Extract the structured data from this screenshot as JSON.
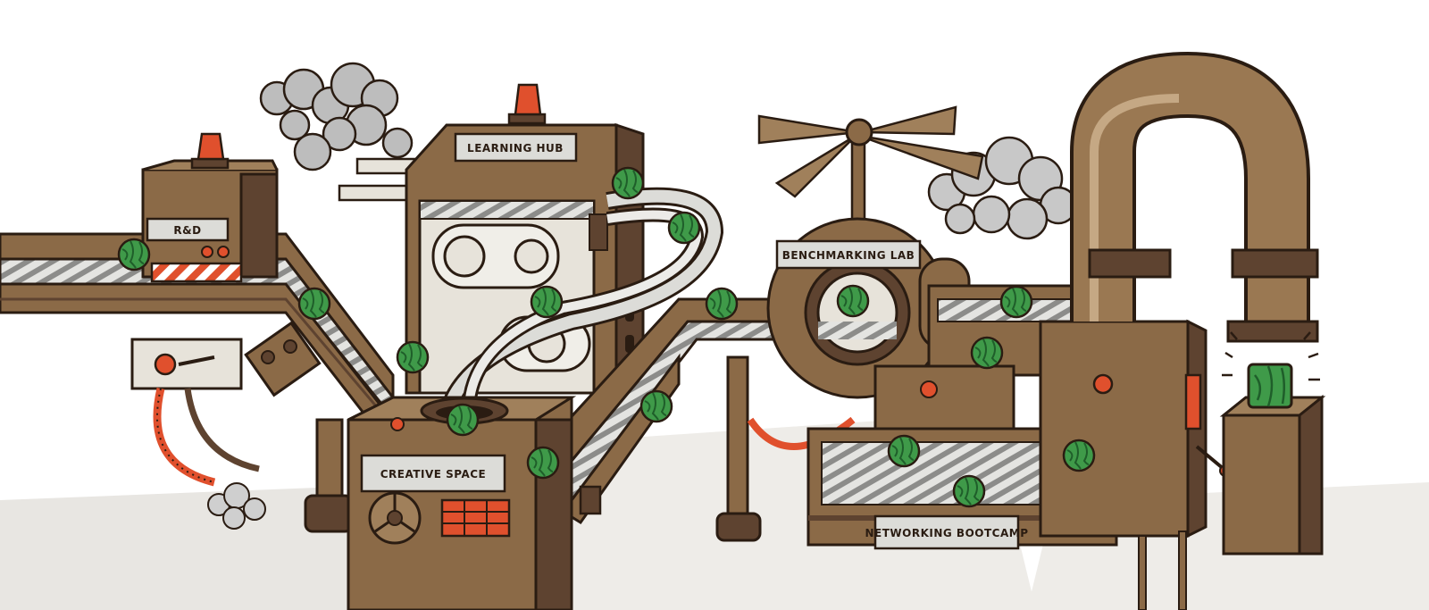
{
  "labels": {
    "rnd": "R&D",
    "learning_hub": "Learning Hub",
    "benchmarking_lab": "Benchmarking Lab",
    "creative_space": "Creative Space",
    "networking_bootcamp": "Networking Bootcamp"
  },
  "colors": {
    "machine": "#8b6a47",
    "machine_dark": "#5e4330",
    "outline": "#2a1c12",
    "label_plate": "#dcdcd8",
    "belt": "#d9d9d6",
    "watermelon": "#3f9a49",
    "beacon": "#e0502d",
    "smoke": "#bdbdbd",
    "floor_shadow": "#e8e6e2"
  },
  "icons": {
    "watermelon": "watermelon-icon",
    "cube_watermelon": "cube-watermelon-icon",
    "beacon": "beacon-light-icon",
    "propeller": "propeller-icon",
    "smoke": "smoke-cloud-icon",
    "pipe": "curved-pipe-icon"
  }
}
